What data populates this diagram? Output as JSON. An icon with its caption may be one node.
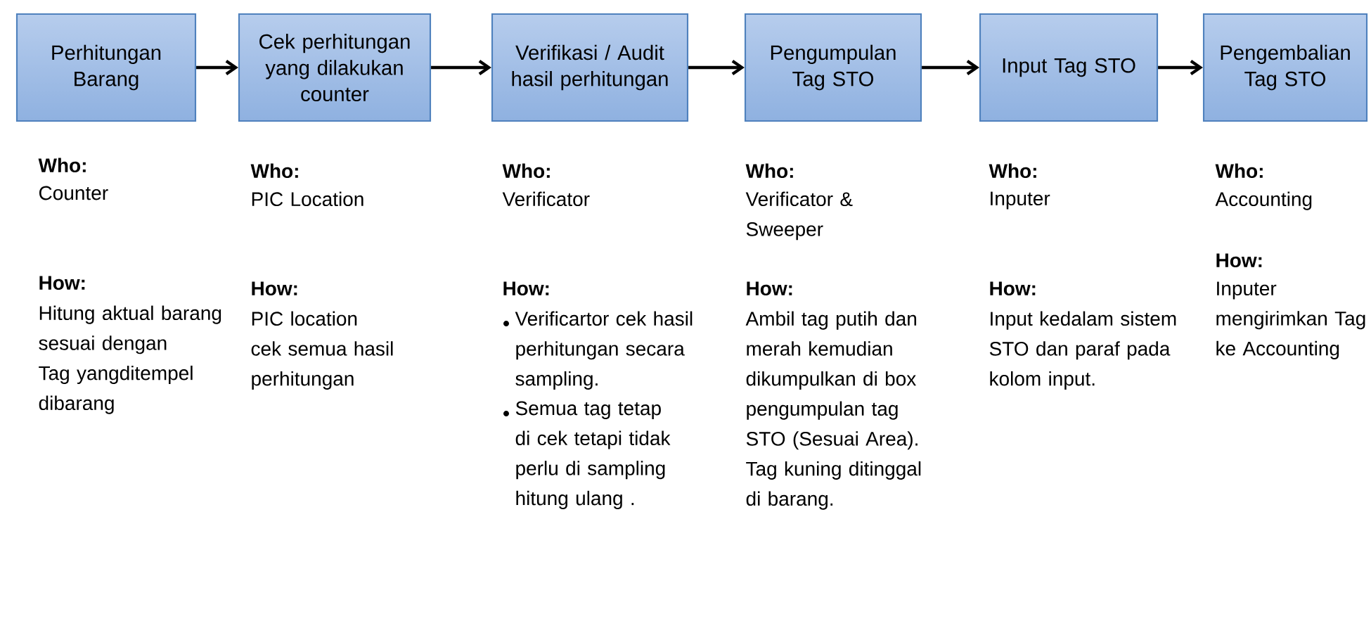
{
  "diagram": {
    "nodes": [
      {
        "text": [
          "Perhitungan Barang"
        ]
      },
      {
        "text": [
          "Cek perhitungan yang dilakukan counter"
        ]
      },
      {
        "text": [
          "Verifikasi / Audit hasil perhitungan"
        ]
      },
      {
        "text": [
          "Pengumpulan Tag STO"
        ]
      },
      {
        "text": [
          "Input Tag STO"
        ]
      },
      {
        "text": [
          "Pengembalian Tag STO"
        ]
      }
    ],
    "edges": [
      {
        "from": 0,
        "to": 1,
        "arrow": "to"
      },
      {
        "from": 1,
        "to": 2,
        "arrow": "to"
      },
      {
        "from": 2,
        "to": 3,
        "arrow": "to"
      },
      {
        "from": 3,
        "to": 4,
        "arrow": "to"
      },
      {
        "from": 4,
        "to": 5,
        "arrow": "to"
      }
    ],
    "labels": [
      "Who:",
      "Counter",
      "How:",
      "Hitung aktual barang sesuai dengan Tag yangditempel dibarang",
      "Who:",
      "PIC Location",
      "How:",
      "PIC location cek semua hasil perhitungan",
      "Who:",
      "Verificator",
      "How:",
      "Verificartor cek hasil perhitungan secara sampling.",
      "Semua tag tetap di cek tetapi tidak perlu di sampling hitung ulang .",
      "Who:",
      "Verificator & Sweeper",
      "How:",
      "Ambil tag putih dan merah kemudian dikumpulkan di box pengumpulan tag STO (Sesuai Area). Tag kuning ditinggal di barang.",
      "Who:",
      "Inputer",
      "How:",
      "Input kedalam sistem STO dan paraf pada kolom input.",
      "Who:",
      "Accounting",
      "How:",
      "Inputer mengirimkan Tag ke Accounting"
    ]
  }
}
